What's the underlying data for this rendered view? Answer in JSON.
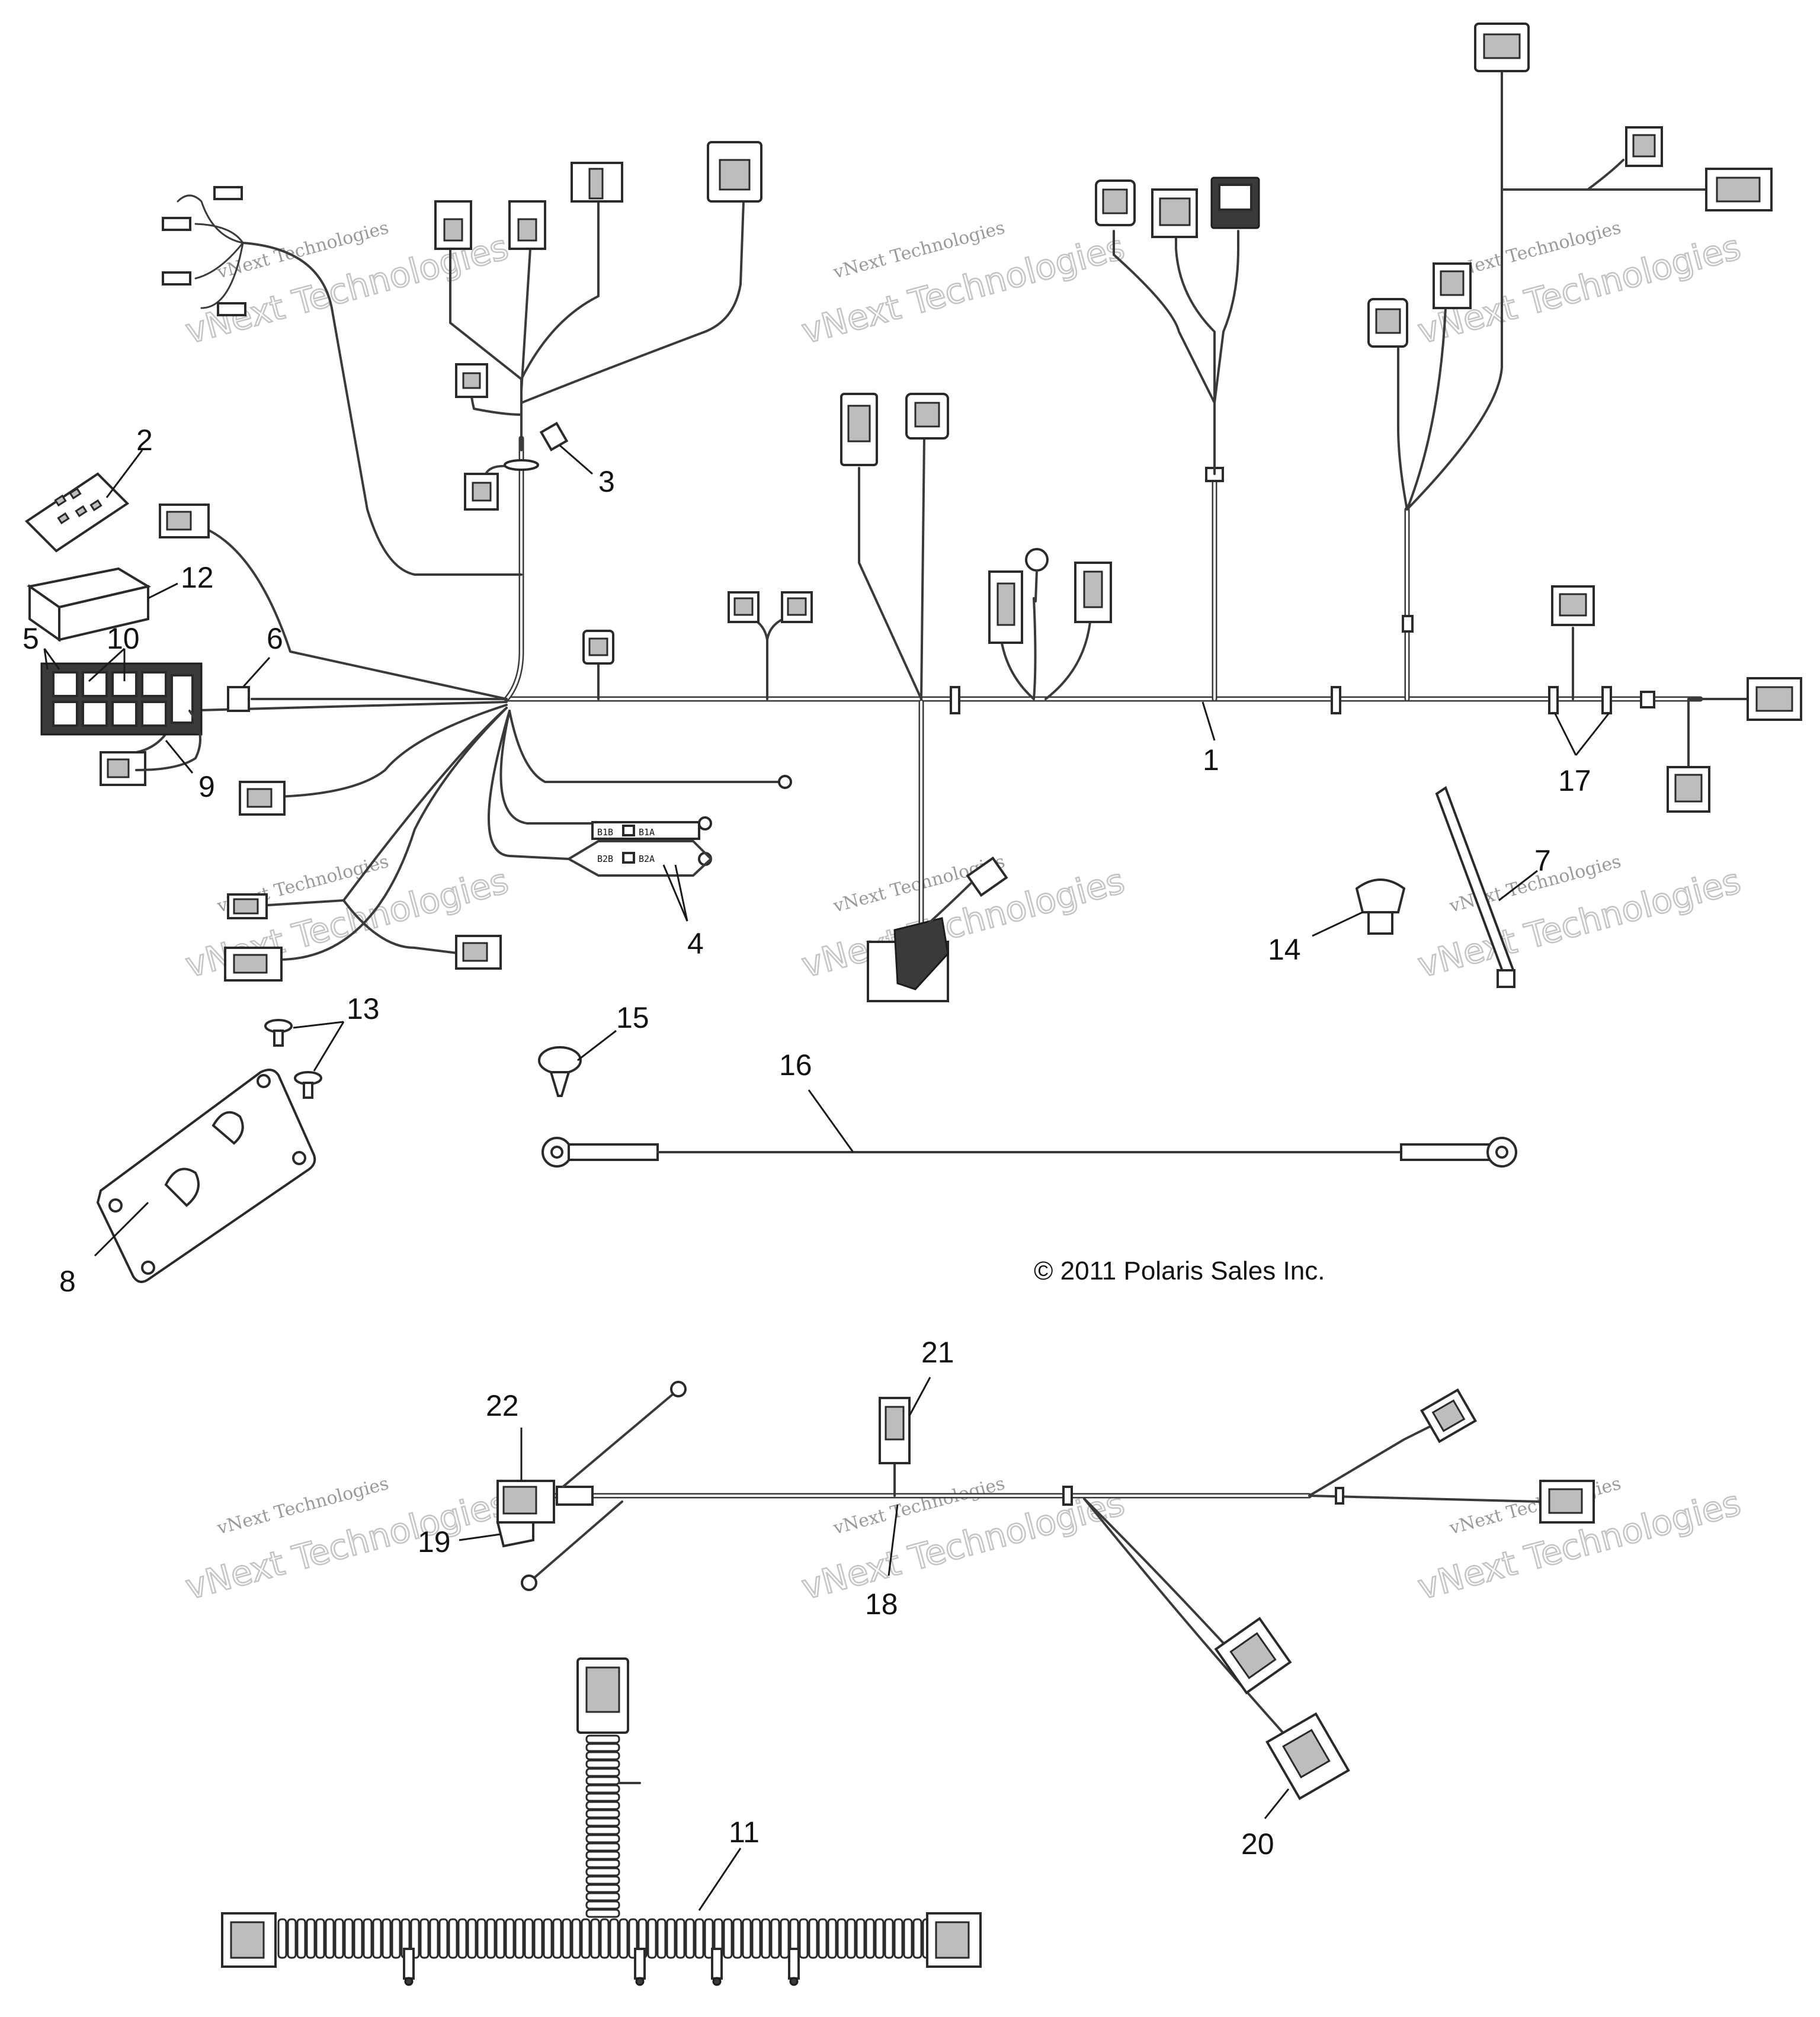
{
  "callouts": [
    {
      "id": "c1",
      "label": "1"
    },
    {
      "id": "c2",
      "label": "2"
    },
    {
      "id": "c3",
      "label": "3"
    },
    {
      "id": "c4",
      "label": "4"
    },
    {
      "id": "c5",
      "label": "5"
    },
    {
      "id": "c6",
      "label": "6"
    },
    {
      "id": "c7",
      "label": "7"
    },
    {
      "id": "c8",
      "label": "8"
    },
    {
      "id": "c9",
      "label": "9"
    },
    {
      "id": "c10",
      "label": "10"
    },
    {
      "id": "c11",
      "label": "11"
    },
    {
      "id": "c12",
      "label": "12"
    },
    {
      "id": "c13",
      "label": "13"
    },
    {
      "id": "c14",
      "label": "14"
    },
    {
      "id": "c15",
      "label": "15"
    },
    {
      "id": "c16",
      "label": "16"
    },
    {
      "id": "c17",
      "label": "17"
    },
    {
      "id": "c18",
      "label": "18"
    },
    {
      "id": "c19",
      "label": "19"
    },
    {
      "id": "c20",
      "label": "20"
    },
    {
      "id": "c21",
      "label": "21"
    },
    {
      "id": "c22",
      "label": "22"
    }
  ],
  "copyright": "© 2011 Polaris Sales Inc.",
  "relay_labels": {
    "b1b": "B1B",
    "b1a": "B1A",
    "b2b": "B2B",
    "b2a": "B2A"
  },
  "watermark": {
    "small": "vNext Technologies",
    "big": "vNext Technologies"
  }
}
